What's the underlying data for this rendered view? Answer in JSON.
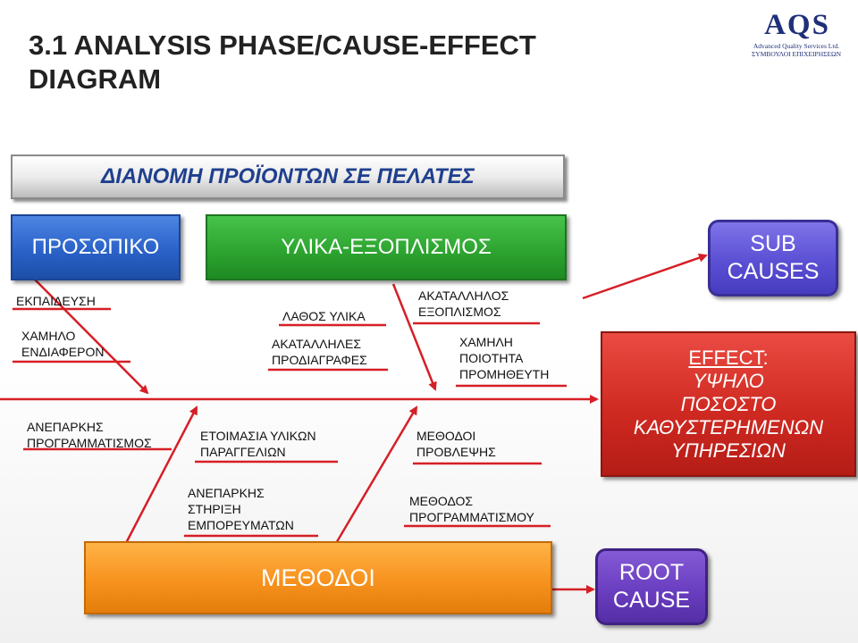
{
  "slide": {
    "title_line1": "3.1 ANALYSIS PHASE/CAUSE-EFFECT",
    "title_line2": "DIAGRAM"
  },
  "logo": {
    "name": "AQS",
    "line1": "Advanced Quality Services Ltd.",
    "line2": "ΣΥΜΒΟΥΛΟΙ ΕΠΙΧΕΙΡΗΣΕΩΝ"
  },
  "problem_bar": "ΔΙΑΝΟΜΗ ΠΡΟΪΟΝΤΩΝ ΣΕ ΠΕΛΑΤΕΣ",
  "categories": {
    "personnel": "ΠΡΟΣΩΠΙΚΟ",
    "materials": "ΥΛΙΚΑ-ΕΞΟΠΛΙΣΜΟΣ",
    "methods": "ΜΕΘΟΔΟΙ"
  },
  "sub_causes": {
    "line1": "SUB",
    "line2": "CAUSES"
  },
  "root_cause": {
    "line1": "ROOT",
    "line2": "CAUSE"
  },
  "effect": {
    "label": "EFFECT",
    "colon": ":",
    "line1": "ΥΨΗΛΟ",
    "line2": "ΠΟΣΟΣΤΟ",
    "line3": "ΚΑΘΥΣΤΕΡΗΜΕΝΩΝ",
    "line4": "ΥΠΗΡΕΣΙΩΝ"
  },
  "causes": {
    "personnel_training": "ΕΚΠΑΙΔΕΥΣΗ",
    "personnel_interest_1": "ΧΑΜΗΛΟ",
    "personnel_interest_2": "ΕΝΔΙΑΦΕΡΟΝ",
    "personnel_planning_1": "ΑΝΕΠΑΡΚΗΣ",
    "personnel_planning_2": "ΠΡΟΓΡΑΜΜΑΤΙΣΜΟΣ",
    "materials_wrong": "ΛΑΘΟΣ ΥΛΙΚΑ",
    "materials_specs_1": "ΑΚΑΤΑΛΛΗΛΕΣ",
    "materials_specs_2": "ΠΡΟΔΙΑΓΡΑΦΕΣ",
    "equipment_1": "ΑΚΑΤΑΛΛΗΛΟΣ",
    "equipment_2": "ΕΞΟΠΛΙΣΜΟΣ",
    "supplier_1": "ΧΑΜΗΛΗ",
    "supplier_2": "ΠΟΙΟΤΗΤΑ",
    "supplier_3": "ΠΡΟΜΗΘΕΥΤΗ",
    "orders_1": "ΕΤΟΙΜΑΣΙΑ ΥΛΙΚΩΝ",
    "orders_2": "ΠΑΡΑΓΓΕΛΙΩΝ",
    "forecast_1": "ΜΕΘΟΔΟΙ",
    "forecast_2": "ΠΡΟΒΛΕΨΗΣ",
    "support_1": "ΑΝΕΠΑΡΚΗΣ",
    "support_2": "ΣΤΗΡΙΞΗ",
    "support_3": "ΕΜΠΟΡΕΥΜΑΤΩΝ",
    "scheduling_1": "ΜΕΘΟΔΟΣ",
    "scheduling_2": "ΠΡΟΓΡΑΜΜΑΤΙΣΜΟΥ"
  },
  "colors": {
    "line": "#d61f26",
    "personnel": "#2a62c8",
    "materials": "#2ea531",
    "methods": "#f7921e",
    "effect": "#cf2a22",
    "sub_causes": "#5b4fd4",
    "root_cause": "#6a3ec0"
  }
}
